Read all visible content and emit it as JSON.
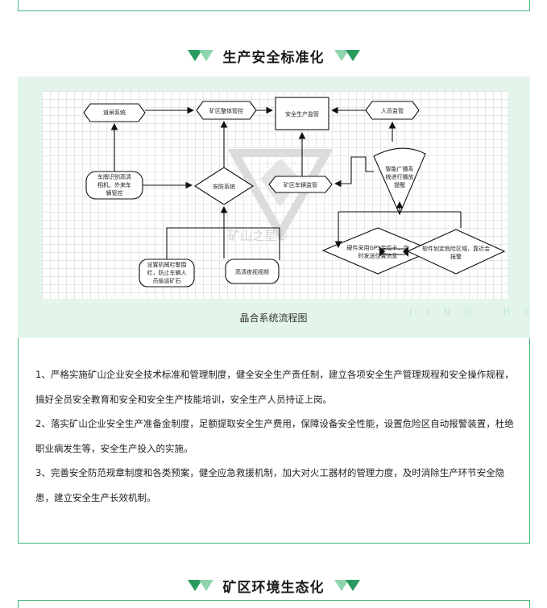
{
  "sections": {
    "safety": {
      "title": "生产安全标准化"
    },
    "environment": {
      "title": "矿区环境生态化"
    }
  },
  "figure": {
    "caption": "晶合系统流程图",
    "brand_mark": "JING HE",
    "watermark_text": "矿山之星®"
  },
  "diagram": {
    "nodes": {
      "gate_system": "道闸系统",
      "mine_overall": "矿区整体管控",
      "safety_prod": "安全生产监管",
      "personnel": "人员监管",
      "plate_recognition": [
        "车牌识别高清",
        "相机，外来车",
        "辆管控"
      ],
      "security_system": "安防系统",
      "vehicle_monitor": "矿区车辆监管",
      "broadcast": [
        "智能广播系",
        "统进行播放",
        "提醒"
      ],
      "gps": [
        "硬件采用GPS定位卡，实",
        "时发送位置信息"
      ],
      "danger_zone": [
        "软件划定危险区域，靠近会",
        "报警"
      ],
      "barrier": [
        "设置机械栏警围",
        "栏，防止车辆人",
        "员偷运矿石"
      ],
      "hd_camera": "高清夜视视频"
    }
  },
  "body": {
    "paragraphs": [
      "1、严格实施矿山企业安全技术标准和管理制度，健全安全生产责任制，建立各项安全生产管理规程和安全操作规程，搞好全员安全教育和安全和安全生产技能培训，安全生产人员持证上岗。",
      "2、落实矿山企业安全生产准备金制度，足额提取安全生产费用，保障设备安全性能，设置危险区自动报警装置，杜绝职业病发生等，安全生产投入的实施。",
      "3、完善安全防范规章制度和各类预案，健全应急救援机制，加大对火工器材的管理力度，及时消除生产环节安全隐患，建立安全生产长效机制。"
    ]
  },
  "colors": {
    "accent": "#43b77a",
    "accent_dark": "#2a9a5f",
    "accent_light": "#8fd5ae",
    "panel_bg": "#e3f5ea"
  }
}
